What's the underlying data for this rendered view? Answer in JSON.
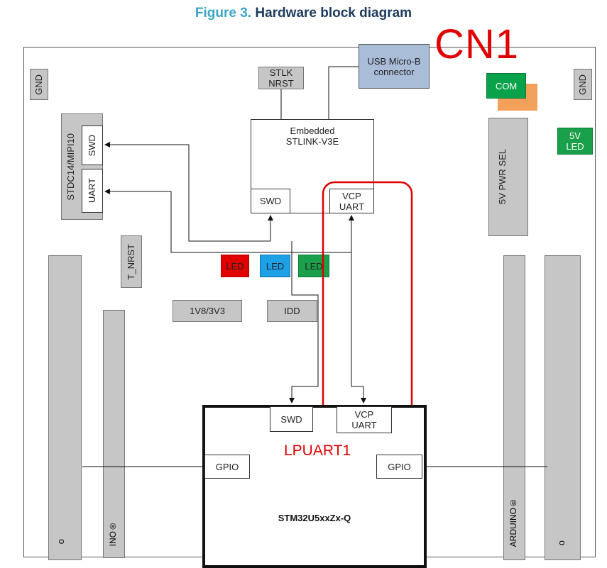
{
  "title": {
    "figure": "Figure 3.",
    "caption": "Hardware block diagram"
  },
  "annotations": {
    "cn1": "CN1",
    "lpuart1": "LPUART1"
  },
  "blocks": {
    "usb": "USB Micro-B connector",
    "stlk_nrst": "STLK NRST",
    "stlink_title": "Embedded STLINK-V3E",
    "stlink_swd": "SWD",
    "stlink_vcp": "VCP UART",
    "gnd_left": "GND",
    "gnd_right": "GND",
    "com": "COM",
    "led5v": "5V LED",
    "pwr_sel": "5V PWR SEL",
    "stdc14": "STDC14/MIPI10",
    "stdc_swd": "SWD",
    "stdc_uart": "UART",
    "t_nrst": "T_NRST",
    "led_red": "LED",
    "led_blue": "LED",
    "led_green": "LED",
    "v1v8": "1V8/3V3",
    "idd": "IDD",
    "mcu_swd": "SWD",
    "mcu_vcp": "VCP UART",
    "gpio_left": "GPIO",
    "gpio_right": "GPIO",
    "mcu": "STM32U5xxZx-Q",
    "arduino_left": "INO®",
    "arduino_right": "ARDUINO®",
    "morpho_left": "o",
    "morpho_right": "o"
  },
  "colors": {
    "usb": "#a9bcd8",
    "gray": "#c6c6c6",
    "com": "#0aa14b",
    "com_shadow": "#f2a05a",
    "led_red": "#e00000",
    "led_blue": "#1ea0e6",
    "led_green": "#1a9f4a",
    "annotation": "#e00000",
    "title_figure": "#3aa4c6",
    "title_caption": "#1c3a5c"
  }
}
